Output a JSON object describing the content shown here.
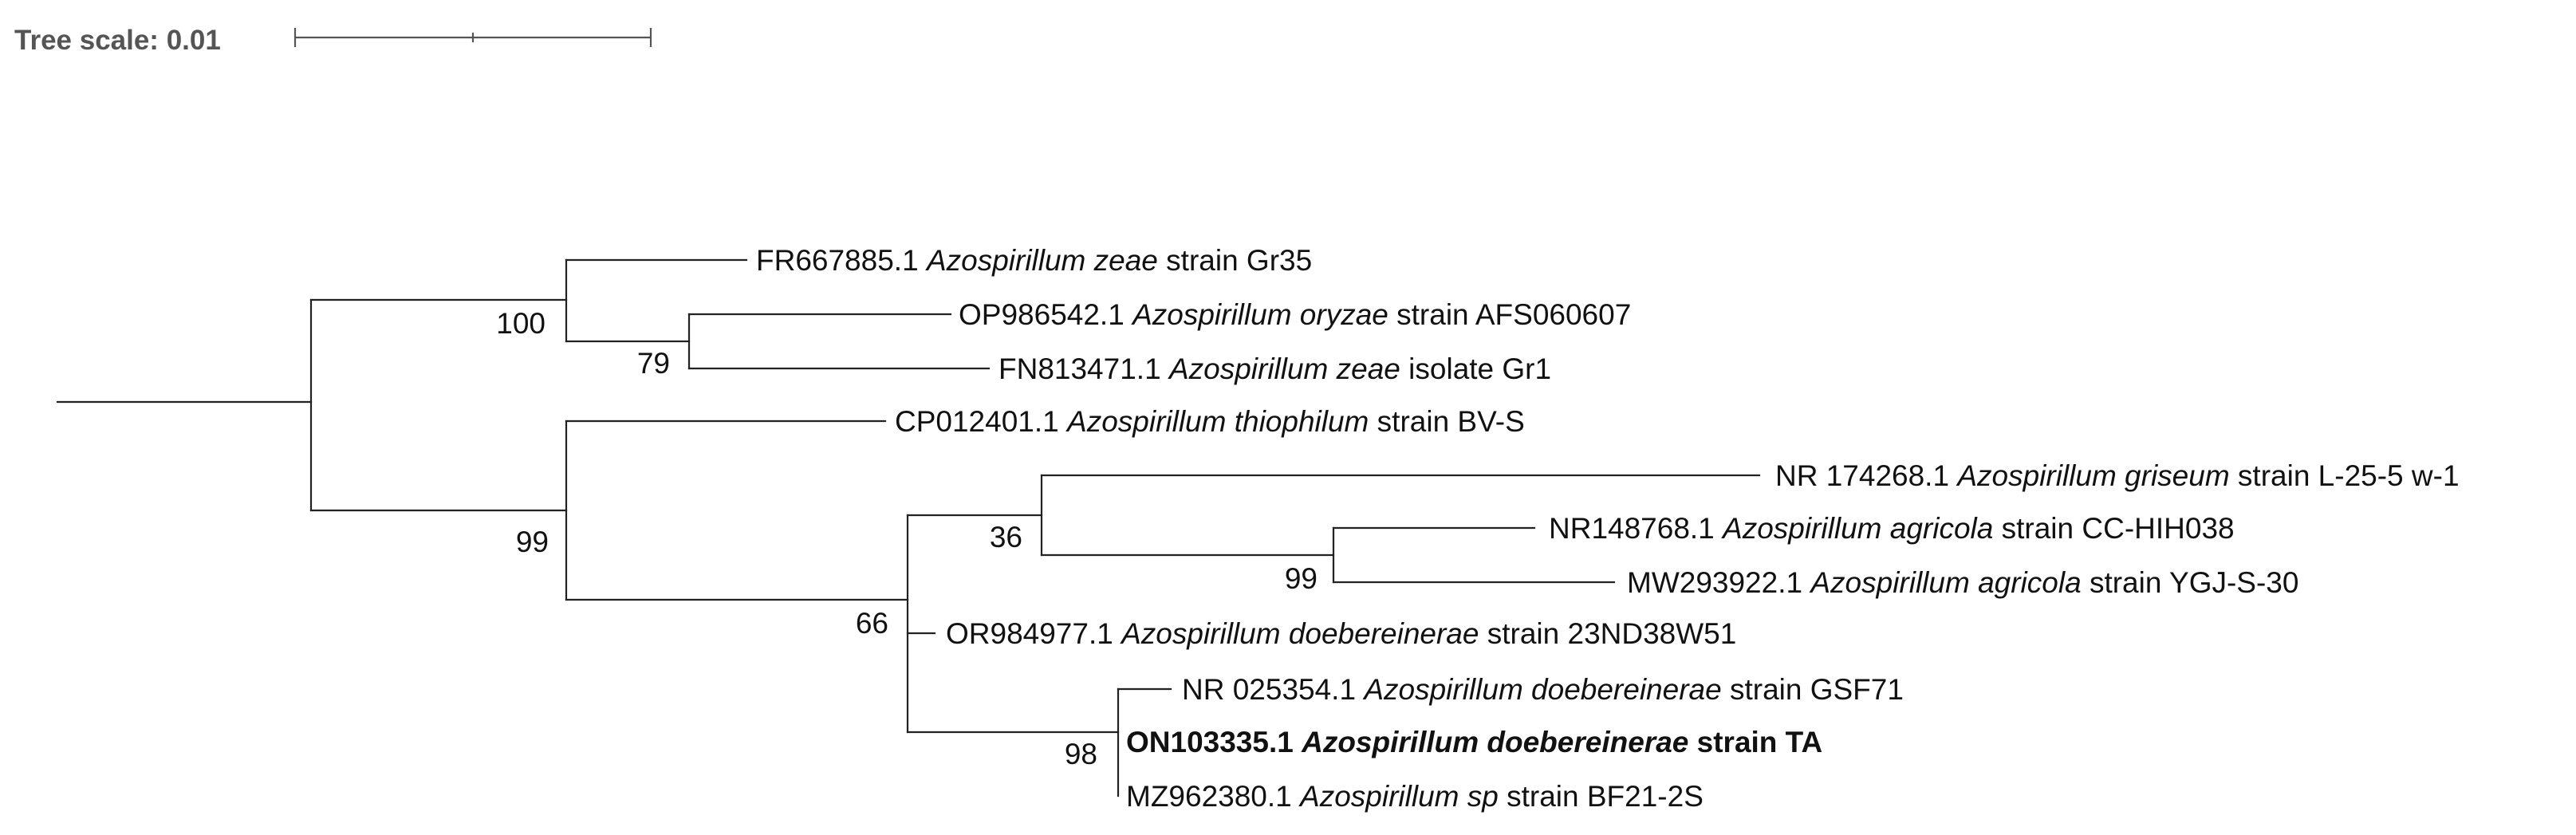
{
  "scale": {
    "label": "Tree scale: 0.01"
  },
  "leaves": [
    {
      "id": "zeae_gr35",
      "accession": "FR667885.1",
      "species": "Azospirillum zeae",
      "rest": "strain Gr35",
      "bold": false
    },
    {
      "id": "oryzae",
      "accession": "OP986542.1",
      "species": "Azospirillum oryzae",
      "rest": "strain AFS060607",
      "bold": false
    },
    {
      "id": "zeae_gr1",
      "accession": "FN813471.1",
      "species": "Azospirillum zeae",
      "rest": "isolate Gr1",
      "bold": false
    },
    {
      "id": "thiophilum",
      "accession": "CP012401.1",
      "species": "Azospirillum thiophilum",
      "rest": "strain BV-S",
      "bold": false
    },
    {
      "id": "griseum",
      "accession": "NR 174268.1",
      "species": "Azospirillum griseum",
      "rest": "strain L-25-5 w-1",
      "bold": false
    },
    {
      "id": "agricola_cc",
      "accession": "NR148768.1",
      "species": "Azospirillum agricola",
      "rest": "strain CC-HIH038",
      "bold": false
    },
    {
      "id": "agricola_ygj",
      "accession": "MW293922.1",
      "species": "Azospirillum agricola",
      "rest": "strain YGJ-S-30",
      "bold": false
    },
    {
      "id": "doeb_23nd",
      "accession": "OR984977.1",
      "species": "Azospirillum doebereinerae",
      "rest": "strain 23ND38W51",
      "bold": false
    },
    {
      "id": "doeb_gsf71",
      "accession": "NR 025354.1",
      "species": "Azospirillum doebereinerae",
      "rest": "strain GSF71",
      "bold": false
    },
    {
      "id": "doeb_ta",
      "accession": "ON103335.1",
      "species": "Azospirillum doebereinerae",
      "rest": "strain TA",
      "bold": true
    },
    {
      "id": "sp_bf21",
      "accession": "MZ962380.1",
      "species": "Azospirillum sp",
      "rest": "strain BF21-2S",
      "bold": false
    }
  ],
  "bootstrap_values": [
    {
      "node": "zeae_clade",
      "value": "100"
    },
    {
      "node": "oryzae_zeae_gr1",
      "value": "79"
    },
    {
      "node": "thiophilum_clade",
      "value": "99"
    },
    {
      "node": "doeb_clade",
      "value": "66"
    },
    {
      "node": "griseum_agricola",
      "value": "36"
    },
    {
      "node": "agricola_pair",
      "value": "99"
    },
    {
      "node": "doeb_ta_clade",
      "value": "98"
    }
  ]
}
